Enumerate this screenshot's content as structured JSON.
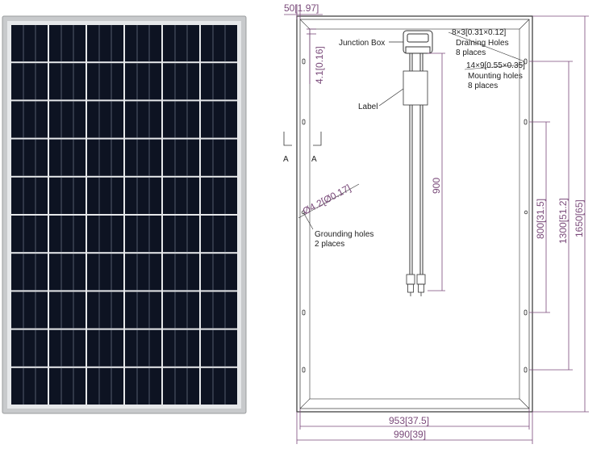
{
  "front_panel": {
    "rows": 10,
    "columns": 6,
    "cell_color": "#0d1322",
    "frame_color": "#c8cacc"
  },
  "back_view": {
    "labels": {
      "junction_box": "Junction Box",
      "label": "Label",
      "draining_dim": "8×3[0.31×0.12]",
      "draining_title": "Draining Holes",
      "draining_places": "8 places",
      "mounting_dim": "14×9[0.55×0.35]",
      "mounting_title": "Mounting holes",
      "mounting_places": "8 places",
      "grounding_title": "Grounding holes",
      "grounding_places": "2 places",
      "section_left": "A",
      "section_right": "A"
    },
    "dimensions": {
      "frame_width": "50[1.97]",
      "junction_offset": "4.1[0.16]",
      "cable_length": "900",
      "grounding_diameter": "Ø4.2[Ø0.17]",
      "mount_spacing_inner": "800[31.5]",
      "mount_spacing_outer": "1300[51.2]",
      "height": "1650[65]",
      "inner_width": "953[37.5]",
      "outer_width": "990[39]"
    },
    "dimension_color": "#7a4a7a"
  }
}
